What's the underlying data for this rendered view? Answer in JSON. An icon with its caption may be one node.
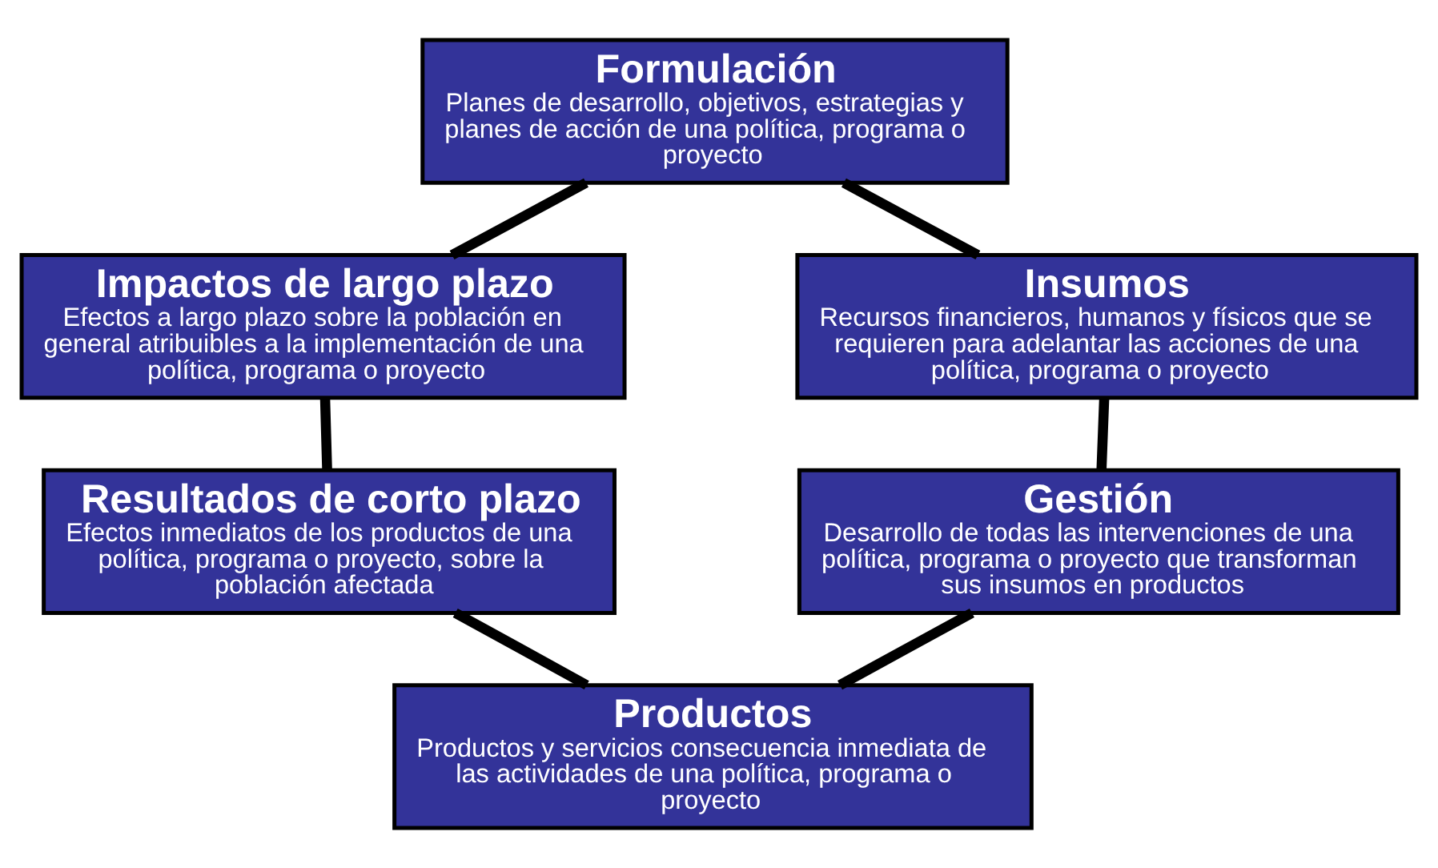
{
  "diagram": {
    "nodes": [
      {
        "text": [
          "Formulación",
          "Planes de desarrollo, objetivos, estrategias y planes de acción de una política, programa o proyecto"
        ]
      },
      {
        "text": [
          "Impactos de largo plazo",
          "Efectos a largo plazo sobre la población en general atribuibles a la implementación de una política, programa o proyecto"
        ]
      },
      {
        "text": [
          "Insumos",
          "Recursos financieros, humanos y físicos que se requieren para adelantar las acciones de una política, programa o proyecto"
        ]
      },
      {
        "text": [
          "Resultados de corto plazo",
          "Efectos inmediatos de los productos de una política, programa o proyecto, sobre la población afectada"
        ]
      },
      {
        "text": [
          "Gestión",
          "Desarrollo de todas las intervenciones de una política, programa o proyecto que transforman sus insumos en productos"
        ]
      },
      {
        "text": [
          "Productos",
          "Productos y servicios consecuencia inmediata de las actividades de una política, programa o proyecto"
        ]
      }
    ],
    "edges": [
      {
        "from": 0,
        "to": 2,
        "arrow": "none"
      },
      {
        "from": 2,
        "to": 4,
        "arrow": "none"
      },
      {
        "from": 4,
        "to": 5,
        "arrow": "none"
      },
      {
        "from": 5,
        "to": 3,
        "arrow": "none"
      },
      {
        "from": 3,
        "to": 1,
        "arrow": "none"
      },
      {
        "from": 1,
        "to": 0,
        "arrow": "none"
      }
    ]
  }
}
